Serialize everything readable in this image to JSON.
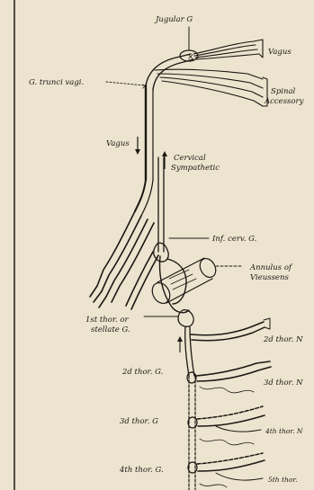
{
  "labels": {
    "jugular_ganglion": "Jugular G",
    "vagus_top": "Vagus",
    "ganglion_trunci_vagi": "G. trunci vagi.",
    "spinal_accessory_1": "Spinal",
    "spinal_accessory_2": "Accessory",
    "vagus_mid": "Vagus",
    "cervical_sympathetic_1": "Cervical",
    "cervical_sympathetic_2": "Sympathetic",
    "inferior_cervical_ganglion": "Inf. cerv. G.",
    "annulus_1": "Annulus of",
    "annulus_2": "Vieussens",
    "stellate_1": "1st thor. or",
    "stellate_2": "stellate G.",
    "second_thoracic_nerve": "2d thor. N",
    "second_thoracic_ganglion": "2d thor. G.",
    "third_thoracic_nerve": "3d thor. N",
    "third_thoracic_ganglion": "3d thor. G",
    "fourth_thoracic_nerve": "4th thor. N",
    "fourth_thoracic_ganglion": "4th thor. G.",
    "fifth_thoracic_nerve": "5th thor."
  },
  "colors": {
    "paper": "#ece4cf",
    "ink": "#1b1712"
  }
}
